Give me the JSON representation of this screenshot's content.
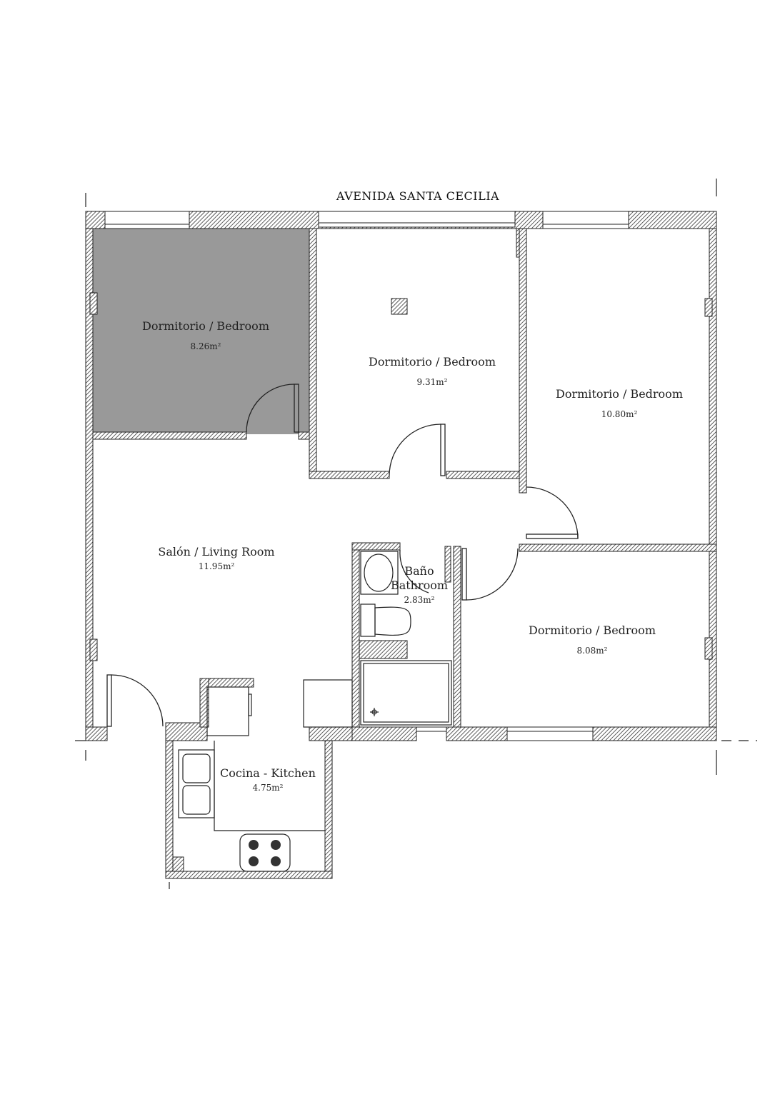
{
  "street": "AVENIDA  SANTA CECILIA",
  "colors": {
    "wall_hatch": "#333333",
    "highlight_room": "#999999",
    "line": "#222222"
  },
  "rooms": [
    {
      "name": "Dormitorio / Bedroom",
      "area": "8.26m²",
      "highlighted": true
    },
    {
      "name": "Dormitorio / Bedroom",
      "area": "9.31m²"
    },
    {
      "name": "Dormitorio / Bedroom",
      "area": "10.80m²"
    },
    {
      "name": "Salón / Living Room",
      "area": "11.95m²"
    },
    {
      "name_line1": "Baño",
      "name_line2": "Bathroom",
      "area": "2.83m²"
    },
    {
      "name": "Dormitorio / Bedroom",
      "area": "8.08m²"
    },
    {
      "name": "Cocina - Kitchen",
      "area": "4.75m²"
    }
  ]
}
